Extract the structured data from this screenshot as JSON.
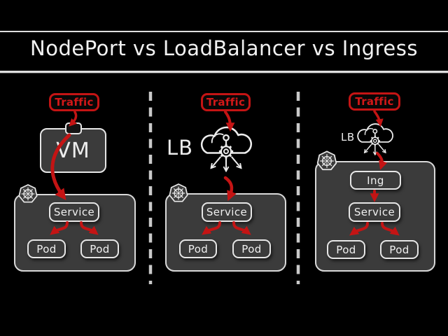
{
  "title": "NodePort vs LoadBalancer vs Ingress",
  "colors": {
    "background": "#000000",
    "accent_red": "#c41414",
    "traffic_text_red": "#d21818",
    "panel_fill": "#3b3b3b",
    "light_border": "#e6e6e6",
    "divider_gray": "#c9c9c9",
    "title_text": "#f2f2f2"
  },
  "icons": {
    "cluster": "kubernetes-icon",
    "load_balancer": "cloud-loadbalancer-icon"
  },
  "columns": [
    {
      "id": "nodeport",
      "traffic_label": "Traffic",
      "node_label": "VM",
      "service_label": "Service",
      "pod_labels": [
        "Pod",
        "Pod"
      ]
    },
    {
      "id": "loadbalancer",
      "traffic_label": "Traffic",
      "lb_label": "LB",
      "service_label": "Service",
      "pod_labels": [
        "Pod",
        "Pod"
      ]
    },
    {
      "id": "ingress",
      "traffic_label": "Traffic",
      "lb_label": "LB",
      "ingress_label": "Ing",
      "service_label": "Service",
      "pod_labels": [
        "Pod",
        "Pod"
      ]
    }
  ]
}
